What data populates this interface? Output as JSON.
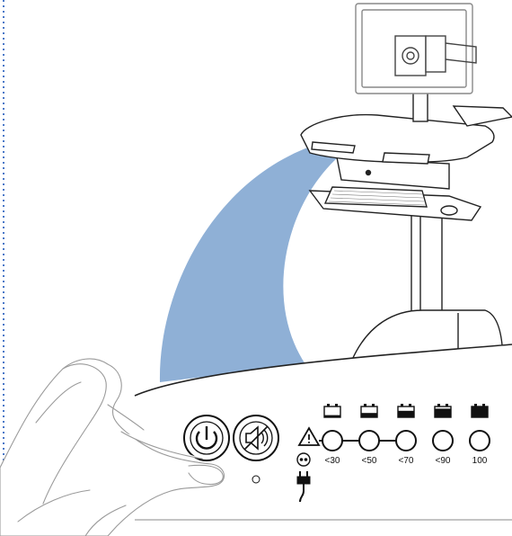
{
  "diagram": {
    "colors": {
      "beam": "#8fb0d6",
      "line": "#222222",
      "light_line": "#9a9a9a",
      "border_dots": "#4a78c8"
    },
    "icons": [
      "monitor-icon",
      "cart-icon",
      "power-button-icon",
      "mute-alarm-button-icon",
      "warning-icon",
      "plug-icon",
      "battery-icon"
    ],
    "battery_levels": [
      {
        "label": "<30",
        "fill": 0.2
      },
      {
        "label": "<50",
        "fill": 0.4
      },
      {
        "label": "<70",
        "fill": 0.6
      },
      {
        "label": "<90",
        "fill": 0.8
      },
      {
        "label": "100",
        "fill": 1.0
      }
    ]
  }
}
